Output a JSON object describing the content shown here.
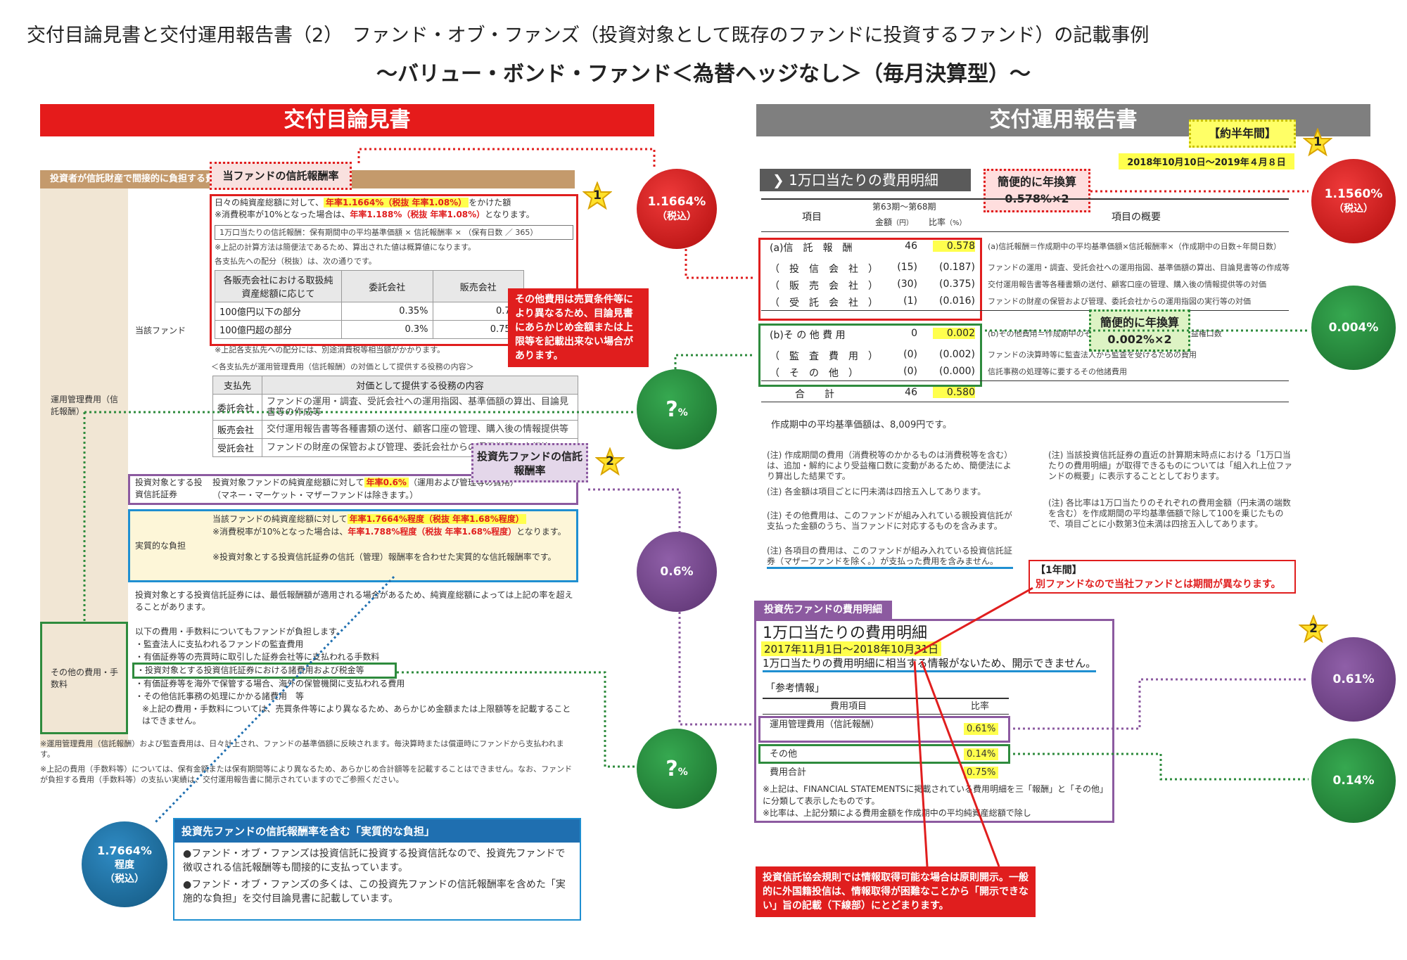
{
  "header": {
    "title": "交付目論見書と交付運用報告書（2）　ファンド・オブ・ファンズ（投資対象として既存のファンドに投資するファンド）の記載事例",
    "subtitle": "～バリュー・ボンド・ファンド＜為替ヘッジなし＞（毎月決算型）～"
  },
  "left": {
    "band_title": "交付目論見書",
    "header_bar": "投資者が信託財産で間接的に負担する費用",
    "fee_label_box": "当ファンドの信託報酬率",
    "side_main": "運用管理費用（信託報酬）",
    "side_fund": "当該ファンド",
    "line1_a": "日々の純資産総額に対して、",
    "line1_hl": "年率1.1664%（税抜 年率1.08%）",
    "line1_b": "をかけた額",
    "line2_a": "※消費税率が10%となった場合は、",
    "line2_red": "年率1.188%（税抜 年率1.08%）",
    "line2_b": "となります。",
    "formula": "1万口当たりの信託報酬：保有期間中の平均基準価額 × 信託報酬率 × （保有日数 ／ 365）",
    "note1": "※上記の計算方法は簡便法であるため、算出された値は概算値になります。",
    "alloc_title": "各支払先への配分（税抜）は、次の通りです。",
    "alloc_headers": [
      "各販売会社における取扱純資産総額に応じて",
      "委託会社",
      "販売会社"
    ],
    "alloc_rows": [
      [
        "100億円以下の部分",
        "0.35%",
        "0.7%"
      ],
      [
        "100億円超の部分",
        "0.3%",
        "0.75%"
      ]
    ],
    "note2": "※上記各支払先への配分には、別途消費税等相当額がかかります。",
    "service_title": "＜各支払先が運用管理費用（信託報酬）の対価として提供する役務の内容＞",
    "service_headers": [
      "支払先",
      "対価として提供する役務の内容"
    ],
    "service_rows": [
      [
        "委託会社",
        "ファンドの運用・調査、受託会社への運用指図、基準価額の算出、目論見書等の作成等"
      ],
      [
        "販売会社",
        "交付運用報告書等各種書類の送付、顧客口座の管理、購入後の情報提供等"
      ],
      [
        "受託会社",
        "ファンドの財産の保管および管理、委託会社からの運用指図の実行等"
      ]
    ],
    "invest_label": "投資対象とする投資信託証券",
    "invest_text_a": "投資対象ファンドの純資産総額に対して",
    "invest_hl": "年率0.6%",
    "invest_text_b": "（運用および管理等の費用）",
    "invest_note": "（マネー・マーケット・マザーファンドは除きます。）",
    "real_label": "実質的な負担",
    "real_a": "当該ファンドの純資産総額に対して",
    "real_hl": "年率1.7664%程度（税抜 年率1.68%程度）",
    "real_b1": "※消費税率が10%となった場合は、",
    "real_hl2": "年率1.788%程度（税抜 年率1.68%程度）",
    "real_b2": "となります。",
    "real_c": "※投資対象とする投資信託証券の信託（管理）報酬率を合わせた実質的な信託報酬率です。",
    "min_fee": "投資対象とする投資信託証券には、最低報酬額が適用される場合があるため、純資産総額によっては上記の率を超えることがあります。",
    "other_label": "その他の費用・手数料",
    "other_lines": [
      "以下の費用・手数料についてもファンドが負担します。",
      "・監査法人に支払われるファンドの監査費用",
      "・有価証券等の売買時に取引した証券会社等に支払われる手数料",
      "・投資対象とする投資信託証券における諸費用および税金等",
      "・有価証券等を海外で保管する場合、海外の保管機関に支払われる費用",
      "・その他信託事務の処理にかかる諸費用　等",
      "※上記の費用・手数料については、売買条件等により異なるため、あらかじめ金額または上限額等を記載することはできません。"
    ],
    "foot1": "※運用管理費用（信託報酬）および監査費用は、日々計上され、ファンドの基準価額に反映されます。毎決算時または償還時にファンドから支払われます。",
    "foot2": "※上記の費用（手数料等）については、保有金額または保有期間等により異なるため、あらかじめ合計額等を記載することはできません。なお、ファンドが負担する費用（手数料等）の支払い実績は、交付運用報告書に開示されていますのでご参照ください。",
    "callout_other": "その他費用は売買条件等により異なるため、目論見書にあらかじめ金額または上限等を記載出来ない場合があります。",
    "invest_fee_box": "投資先ファンドの信託報酬率",
    "real_box_title": "投資先ファンドの信託報酬率を含む「実質的な負担」",
    "real_box_lines": [
      "●ファンド・オブ・ファンズは投資信託に投資する投資信託なので、投資先ファンドで徴収される信託報酬等も間接的に支払っています。",
      "●ファンド・オブ・ファンズの多くは、この投資先ファンドの信託報酬率を含めた「実施的な負担」を交付目論見書に記載しています。"
    ]
  },
  "circles": {
    "c1": "1.1664%",
    "c1b": "（税込）",
    "q1": "?",
    "q1u": "%",
    "c2": "0.6%",
    "q2": "?",
    "q2u": "%",
    "c3": "1.7664%",
    "c3b": "程度",
    "c3c": "（税込）",
    "r1": "1.1560%",
    "r1b": "（税込）",
    "r2": "0.004%",
    "r3": "0.61%",
    "r4": "0.14%"
  },
  "stars": {
    "s1": "1",
    "s2": "2",
    "s3": "1",
    "s4": "2"
  },
  "right": {
    "band_title": "交付運用報告書",
    "half_year": "【約半年間】",
    "period": "2018年10月10日～2019年４月８日",
    "cost_title": "1万口当たりの費用明細",
    "annual1_title": "簡便的に年換算",
    "annual1_value": "0.578%×2",
    "annual2_title": "簡便的に年換算",
    "annual2_value": "0.002%×2",
    "col_item": "項目",
    "col_period": "第63期～第68期",
    "col_amount": "金額",
    "col_amount_unit": "（円）",
    "col_ratio": "比率",
    "col_ratio_unit": "（%）",
    "col_summary": "項目の概要",
    "rows": [
      {
        "item": "(a)信　託　報　酬",
        "amount": "46",
        "ratio": "0.578",
        "summary": "(a)信託報酬＝作成期中の平均基準価額×信託報酬率×（作成期中の日数÷年間日数）"
      },
      {
        "item": "（　投　信　会　社　）",
        "amount": "(15)",
        "ratio": "(0.187)",
        "summary": "ファンドの運用・調査、受託会社への運用指図、基準価額の算出、目論見書等の作成等の対価"
      },
      {
        "item": "（　販　売　会　社　）",
        "amount": "(30)",
        "ratio": "(0.375)",
        "summary": "交付運用報告書等各種書類の送付、顧客口座の管理、購入後の情報提供等の対価"
      },
      {
        "item": "（　受　託　会　社　）",
        "amount": "(1)",
        "ratio": "(0.016)",
        "summary": "ファンドの財産の保管および管理、委託会社からの運用指図の実行等の対価"
      },
      {
        "item": "(b)そ の 他 費 用",
        "amount": "0",
        "ratio": "0.002",
        "summary": "(b)その他費用＝作成期中のその他費用÷作成期中の平均受益権口数"
      },
      {
        "item": "（　監　査　費　用　）",
        "amount": "(0)",
        "ratio": "(0.002)",
        "summary": "ファンドの決算時等に監査法人から監査を受けるための費用"
      },
      {
        "item": "（　そ　の　他　）",
        "amount": "(0)",
        "ratio": "(0.000)",
        "summary": "信託事務の処理等に要するその他諸費用"
      },
      {
        "item": "合　　計",
        "amount": "46",
        "ratio": "0.580",
        "summary": ""
      }
    ],
    "avg_price": "作成期中の平均基準価額は、8,009円です。",
    "notes_left": [
      "(注) 作成期間の費用（消費税等のかかるものは消費税等を含む）は、追加・解約により受益権口数に変動があるため、簡便法により算出した結果です。",
      "(注) 各金額は項目ごとに円未満は四捨五入してあります。",
      "(注) その他費用は、このファンドが組み入れている親投資信託が支払った金額のうち、当ファンドに対応するものを含みます。",
      "(注) 各項目の費用は、このファンドが組み入れている投資信託証券（マザーファンドを除く。）が支払った費用を含みません。"
    ],
    "notes_right": [
      "(注) 当該投資信託証券の直近の計算期末時点における「1万口当たりの費用明細」が取得できるものについては「組入れ上位ファンドの概要」に表示することとしております。",
      "(注) 各比率は1万口当たりのそれぞれの費用金額（円未満の端数を含む）を作成期間の平均基準価額で除して100を乗じたもので、項目ごとに小数第3位未満は四捨五入してあります。"
    ],
    "one_year": "【1年間】",
    "one_year_note": "別ファンドなので当社ファンドとは期間が異なります。",
    "sub_tag": "投資先ファンドの費用明細",
    "sub_title": "1万口当たりの費用明細",
    "sub_period": "2017年11月1日～2018年10月31日",
    "sub_nodisclose": "1万口当たりの費用明細に相当する情報がないため、開示できません。",
    "ref_title": "「参考情報」",
    "ref_col1": "費用項目",
    "ref_col2": "比率",
    "ref_rows": [
      {
        "item": "運用管理費用（信託報酬）",
        "ratio": "0.61%"
      },
      {
        "item": "その他",
        "ratio": "0.14%"
      },
      {
        "item": "費用合計",
        "ratio": "0.75%"
      }
    ],
    "ref_note1": "※上記は、FINANCIAL STATEMENTSに掲載されている費用明細を三「報酬」と「その他」に分類して表示したものです。",
    "ref_note2": "※比率は、上記分類による費用金額を作成期中の平均純資産総額で除し",
    "bottom_callout": "投資信託協会規則では情報取得可能な場合は原則開示。一般的に外国籍投信は、情報取得が困難なことから「開示できない」旨の記載（下線部）にとどまります。"
  }
}
